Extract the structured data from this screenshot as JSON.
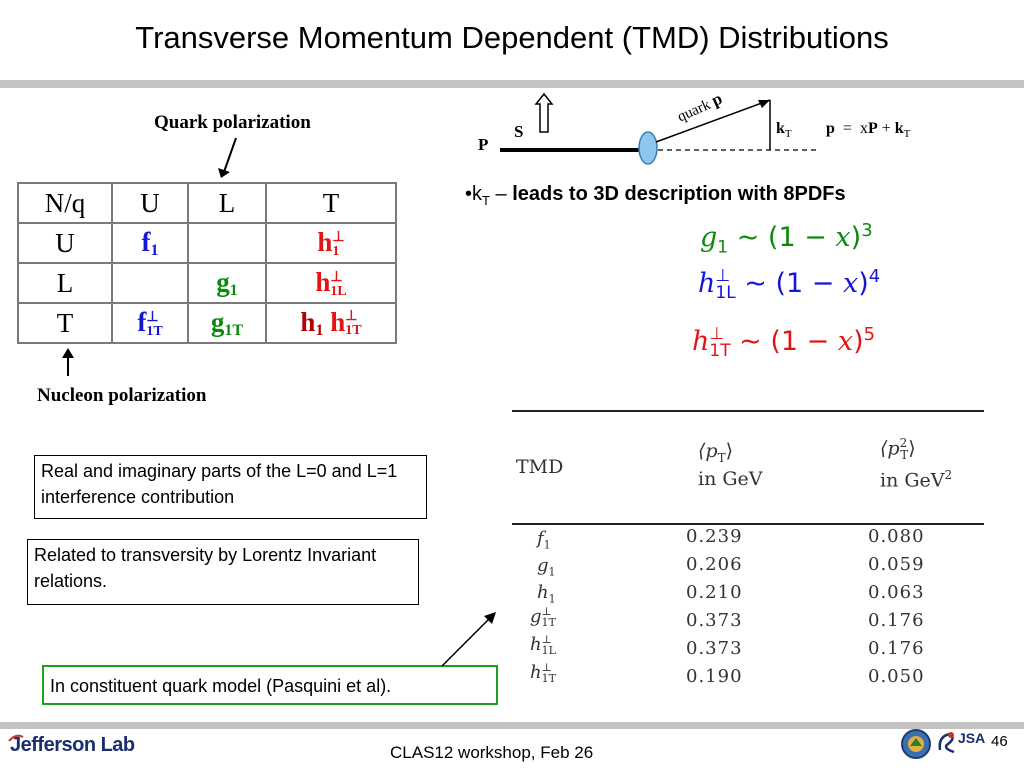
{
  "title": "Transverse Momentum Dependent (TMD) Distributions",
  "quark_polarization_label": "Quark polarization",
  "nucleon_polarization_label": "Nucleon polarization",
  "pol_table": {
    "header": [
      "N/q",
      "U",
      "L",
      "T"
    ],
    "rows": [
      {
        "label": "U",
        "u": {
          "base": "f",
          "sub": "1",
          "sup": ""
        },
        "t": {
          "base": "h",
          "sub": "1",
          "sup": "⊥"
        }
      },
      {
        "label": "L",
        "l": {
          "base": "g",
          "sub": "1",
          "sup": ""
        },
        "t": {
          "base": "h",
          "sub": "1L",
          "sup": "⊥"
        }
      },
      {
        "label": "T",
        "u": {
          "base": "f",
          "sub": "1T",
          "sup": "⊥"
        },
        "l": {
          "base": "g",
          "sub": "1T",
          "sup": ""
        },
        "t1": {
          "base": "h",
          "sub": "1",
          "sup": ""
        },
        "t2": {
          "base": "h",
          "sub": "1T",
          "sup": "⊥"
        }
      }
    ]
  },
  "diagram": {
    "S": "S",
    "P": "P",
    "quark": "quark",
    "p": "p",
    "kT": "k",
    "kT_sub": "T",
    "relation": {
      "p": "p",
      "eq": "=",
      "x": "x",
      "P": "P",
      "plus": "+",
      "k": "k",
      "sub": "T"
    }
  },
  "bullet": {
    "mark": "•",
    "k": "k",
    "k_sub": "T",
    "dash": " –",
    "text": "leads to 3D description with 8PDFs"
  },
  "formulas": [
    {
      "base": "g",
      "sub": "1",
      "sup": "",
      "rest": " ∼ (1 − ",
      "x": "x",
      "close": ")",
      "power": "3"
    },
    {
      "base": "h",
      "sub": "1L",
      "sup": "⊥",
      "rest": " ∼ (1 − ",
      "x": "x",
      "close": ")",
      "power": "4"
    },
    {
      "base": "h",
      "sub": "1T",
      "sup": "⊥",
      "rest": " ∼ (1 − ",
      "x": "x",
      "close": ")",
      "power": "5"
    }
  ],
  "notes": {
    "interference": "Real and imaginary parts of the L=0 and L=1  interference contribution",
    "transversity": "Related to transversity by Lorentz Invariant relations.",
    "model": "In constituent quark model (Pasquini et al)."
  },
  "tmd_table": {
    "col_tmd": "TMD",
    "col_pt_top": "⟨p",
    "col_pt_sub": "T",
    "col_pt_close": "⟩",
    "col_unit1": "in GeV",
    "col_pt2_top": "⟨p",
    "col_pt2_sub": "T",
    "col_pt2_sup": "2",
    "col_pt2_close": "⟩",
    "col_unit2": "in GeV",
    "col_unit2_sup": "2",
    "rows": [
      {
        "base": "f",
        "sub": "1",
        "sup": "",
        "pt": "0.239",
        "pt2": "0.080"
      },
      {
        "base": "g",
        "sub": "1",
        "sup": "",
        "pt": "0.206",
        "pt2": "0.059"
      },
      {
        "base": "h",
        "sub": "1",
        "sup": "",
        "pt": "0.210",
        "pt2": "0.063"
      },
      {
        "base": "g",
        "sub": "1T",
        "sup": "⊥",
        "pt": "0.373",
        "pt2": "0.176"
      },
      {
        "base": "h",
        "sub": "1L",
        "sup": "⊥",
        "pt": "0.373",
        "pt2": "0.176"
      },
      {
        "base": "h",
        "sub": "1T",
        "sup": "⊥",
        "pt": "0.190",
        "pt2": "0.050"
      }
    ]
  },
  "footer": {
    "logo": "Jefferson Lab",
    "event": "CLAS12 workshop,  Feb 26",
    "page": "46",
    "jsa": "JSA"
  },
  "colors": {
    "blue": "#1515d8",
    "green": "#0a8a0a",
    "red": "#e31414",
    "rule": "#c4c4c4"
  }
}
